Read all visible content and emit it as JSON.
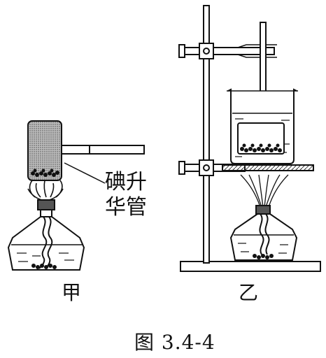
{
  "labels": {
    "tube_line1": "碘升",
    "tube_line2": "华管",
    "setup_a": "甲",
    "setup_b": "乙",
    "figure_caption": "图 3.4-4"
  },
  "colors": {
    "ink": "#111111",
    "tube_fill": "#9a9a9a",
    "beaker_fill": "#ffffff"
  }
}
